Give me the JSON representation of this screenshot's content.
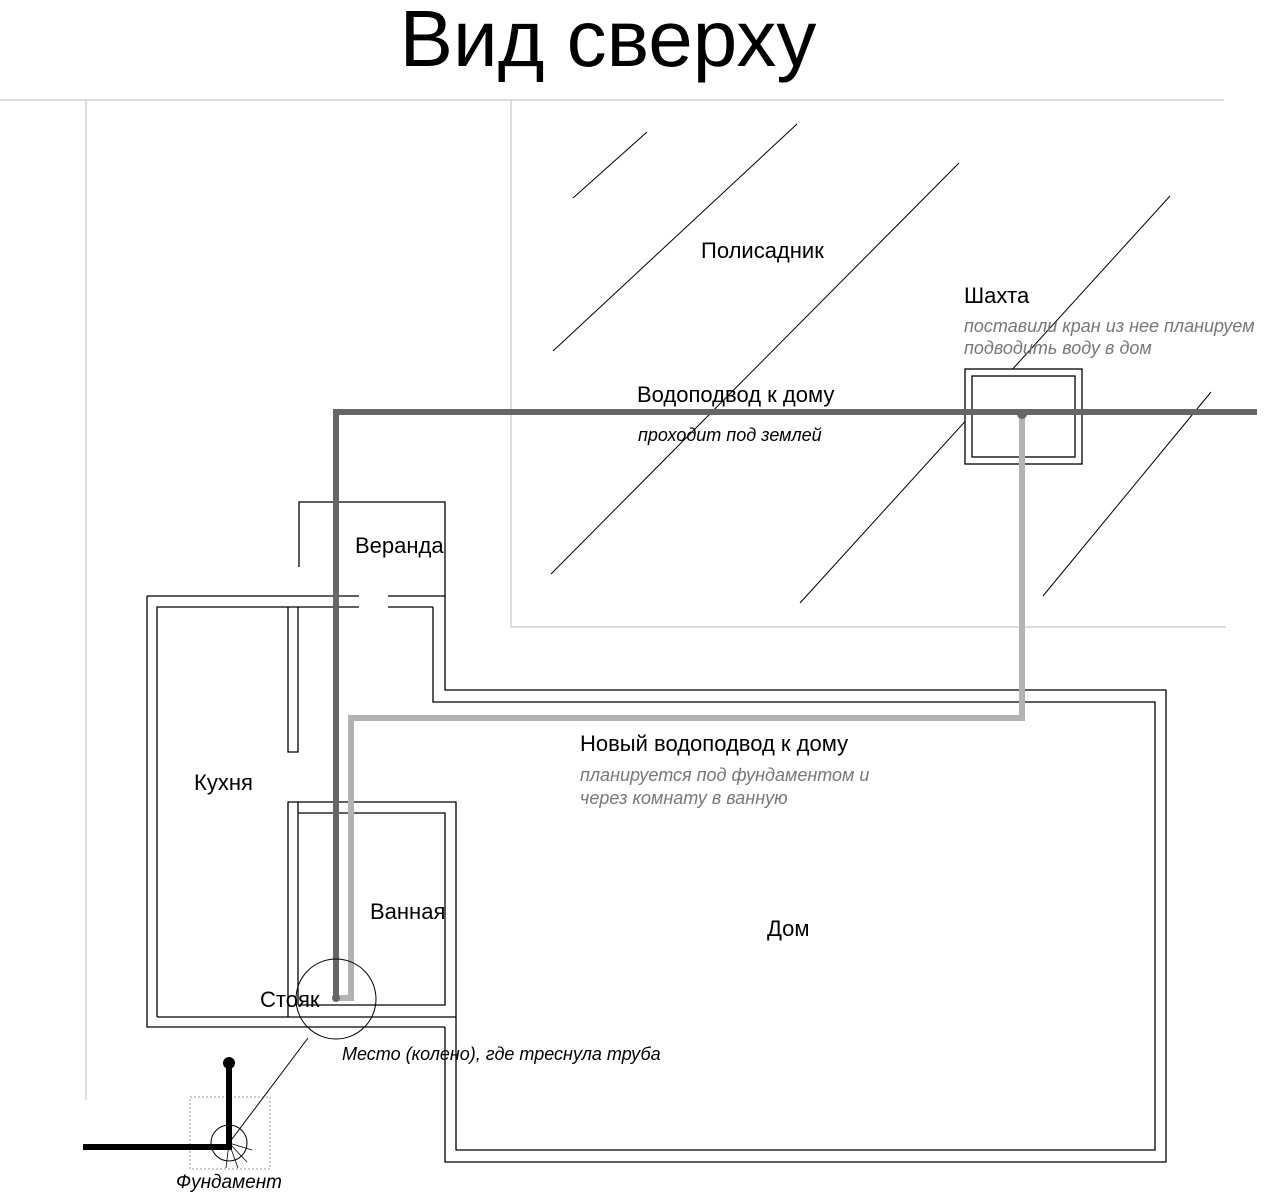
{
  "title": "Вид сверху",
  "labels": {
    "garden": "Полисадник",
    "shaft": "Шахта",
    "shaft_note_line1": "поставили кран из нее планируем",
    "shaft_note_line2": "подводить воду в дом",
    "supply": "Водоподвод к дому",
    "supply_note": "проходит под землей",
    "veranda": "Веранда",
    "new_supply": "Новый водоподвод к дому",
    "new_supply_note_line1": "планируется под фундаментом и",
    "new_supply_note_line2": "через комнату в ванную",
    "kitchen": "Кухня",
    "bathroom": "Ванная",
    "house": "Дом",
    "riser": "Стояк",
    "crack_note": "Место (колено), где треснула труба",
    "foundation": "Фундамент"
  },
  "colors": {
    "existing_pipe": "#666666",
    "new_pipe": "#b3b3b3",
    "foundation_pipe": "#000000",
    "walls": "#000000",
    "boundary": "#c8c8c8",
    "note_text": "#777777"
  }
}
